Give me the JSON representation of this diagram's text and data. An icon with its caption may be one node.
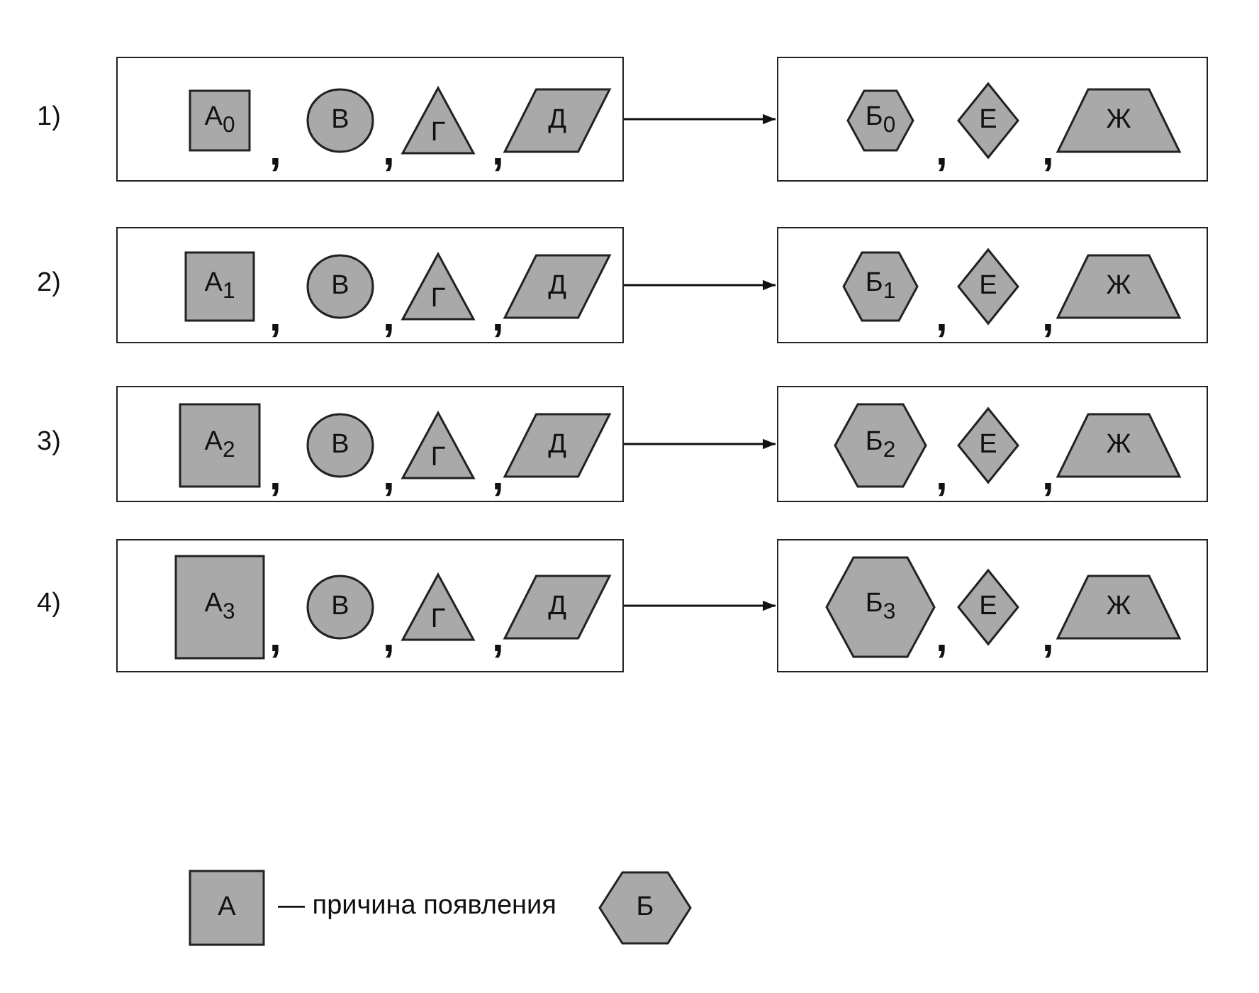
{
  "diagram": {
    "nodes": [
      {
        "text": [],
        "shape": "box"
      },
      {
        "text": [
          "А$_{0}$"
        ],
        "in": 0
      },
      {
        "text": [
          "В"
        ],
        "in": 0
      },
      {
        "text": [
          "Г"
        ],
        "in": 0
      },
      {
        "text": [
          "Д"
        ],
        "in": 0
      },
      {
        "text": [],
        "shape": "box"
      },
      {
        "text": [
          "Б$_{0}$"
        ],
        "in": 5
      },
      {
        "text": [
          "Е"
        ],
        "in": 5
      },
      {
        "text": [
          "Ж"
        ],
        "in": 5
      },
      {
        "text": [],
        "shape": "box"
      },
      {
        "text": [
          "А$_{1}$"
        ],
        "in": 9
      },
      {
        "text": [
          "В"
        ],
        "in": 9
      },
      {
        "text": [
          "Г"
        ],
        "in": 9
      },
      {
        "text": [
          "Д"
        ],
        "in": 9
      },
      {
        "text": [],
        "shape": "box"
      },
      {
        "text": [
          "Б$_{1}$"
        ],
        "in": 14
      },
      {
        "text": [
          "Е"
        ],
        "in": 14
      },
      {
        "text": [
          "Ж"
        ],
        "in": 14
      },
      {
        "text": [],
        "shape": "box"
      },
      {
        "text": [
          "А$_{2}$"
        ],
        "in": 18
      },
      {
        "text": [
          "В"
        ],
        "in": 18
      },
      {
        "text": [
          "Г"
        ],
        "in": 18
      },
      {
        "text": [
          "Д"
        ],
        "in": 18
      },
      {
        "text": [],
        "shape": "box"
      },
      {
        "text": [
          "Б$_{2}$"
        ],
        "in": 23
      },
      {
        "text": [
          "Е"
        ],
        "in": 23
      },
      {
        "text": [
          "Ж"
        ],
        "in": 23
      },
      {
        "text": [],
        "shape": "box"
      },
      {
        "text": [
          "А$_{3}$"
        ],
        "in": 27
      },
      {
        "text": [
          "В"
        ],
        "in": 27
      },
      {
        "text": [
          "Г"
        ],
        "in": 27
      },
      {
        "text": [
          "Д"
        ],
        "in": 27
      },
      {
        "text": [],
        "shape": "box"
      },
      {
        "text": [
          "Б$_{3}$"
        ],
        "in": 32
      },
      {
        "text": [
          "Е"
        ],
        "in": 32
      },
      {
        "text": [
          "Ж"
        ],
        "in": 32
      },
      {
        "text": [
          "А"
        ]
      },
      {
        "text": [
          "Б"
        ]
      }
    ],
    "edges": [
      {
        "from": 0,
        "to": 5,
        "arrow": "to"
      },
      {
        "from": 9,
        "to": 14,
        "arrow": "to"
      },
      {
        "from": 18,
        "to": 23,
        "arrow": "to"
      },
      {
        "from": 27,
        "to": 32,
        "arrow": "to"
      }
    ],
    "labels": [
      "1)",
      ",",
      ",",
      ",",
      ",",
      ",",
      "2)",
      ",",
      ",",
      ",",
      ",",
      ",",
      "3)",
      ",",
      ",",
      ",",
      ",",
      ",",
      "4)",
      ",",
      ",",
      ",",
      ",",
      ",",
      "— причина появления"
    ]
  }
}
